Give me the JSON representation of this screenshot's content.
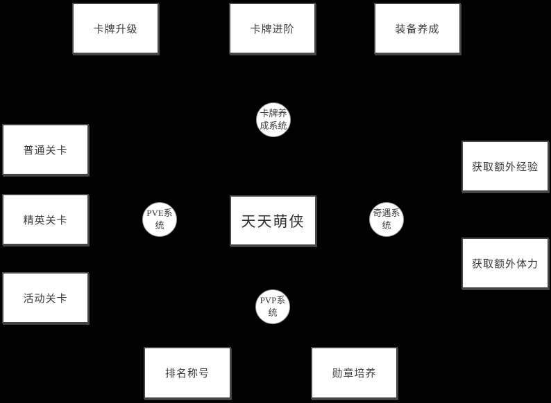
{
  "diagram": {
    "center_node": {
      "label": "天天萌侠"
    },
    "hubs": {
      "card_growth": {
        "label": "卡牌养成系统"
      },
      "pve": {
        "label": "PVE系统"
      },
      "adventure": {
        "label": "奇遇系统"
      },
      "pvp": {
        "label": "PVP系统"
      }
    },
    "leaves": {
      "card_upgrade": {
        "label": "卡牌升级"
      },
      "card_advance": {
        "label": "卡牌进阶"
      },
      "equipment_growth": {
        "label": "装备养成"
      },
      "normal_stage": {
        "label": "普通关卡"
      },
      "elite_stage": {
        "label": "精英关卡"
      },
      "event_stage": {
        "label": "活动关卡"
      },
      "extra_exp": {
        "label": "获取额外经验"
      },
      "extra_stamina": {
        "label": "获取额外体力"
      },
      "rank_title": {
        "label": "排名称号"
      },
      "medal_growth": {
        "label": "勋章培养"
      }
    },
    "colors": {
      "background": "#000000",
      "node_fill": "#ffffff",
      "node_border": "#474747",
      "circle_border": "#9a9a9a",
      "text": "#3a3a3a"
    }
  }
}
